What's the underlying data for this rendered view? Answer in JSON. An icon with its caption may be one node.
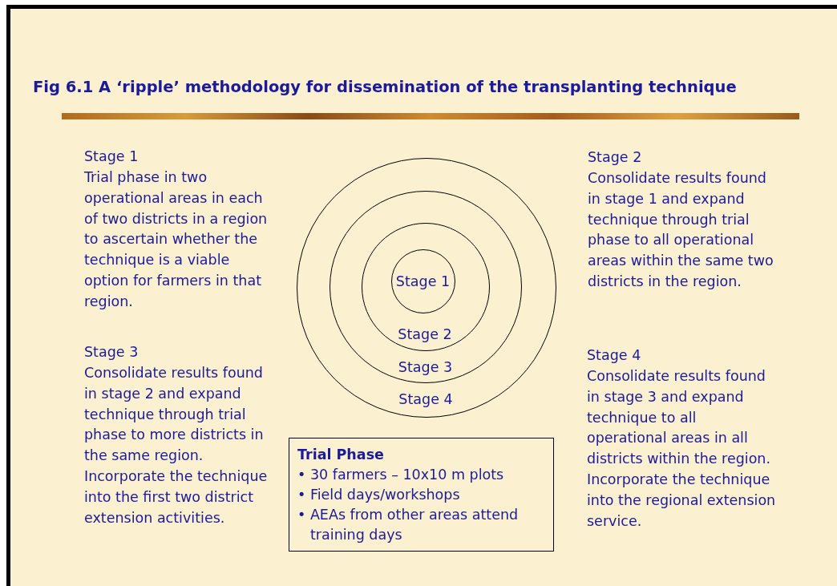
{
  "diagram": {
    "title": "Fig 6.1 A ‘ripple’ methodology for dissemination of the transplanting technique",
    "nodes": [
      {
        "text": [
          "Stage 4"
        ]
      },
      {
        "text": [
          "Stage 3"
        ],
        "in": 0
      },
      {
        "text": [
          "Stage 2"
        ],
        "in": 1
      },
      {
        "text": [
          "Stage 1"
        ],
        "in": 2
      },
      {
        "text": [
          "Trial Phase",
          "• 30 farmers – 10x10 m plots",
          "• Field days/workshops",
          "• AEAs from other areas attend training days"
        ]
      }
    ],
    "edges": [],
    "labels": [
      "Stage 1",
      "Trial phase in two operational areas in each of two districts in a region to ascertain whether the technique is a viable option for farmers in that region.",
      "Stage 2",
      "Consolidate results found in stage 1 and expand technique through trial phase to all operational areas within the same two districts in the region.",
      "Stage 3",
      "Consolidate results found in stage 2 and expand technique through trial phase to more districts in the same region. Incorporate the technique into the first two district extension activities.",
      "Stage 4",
      "Consolidate results found in stage 3 and expand technique to all operational areas in all districts within the region. Incorporate the technique into the regional extension service."
    ]
  }
}
